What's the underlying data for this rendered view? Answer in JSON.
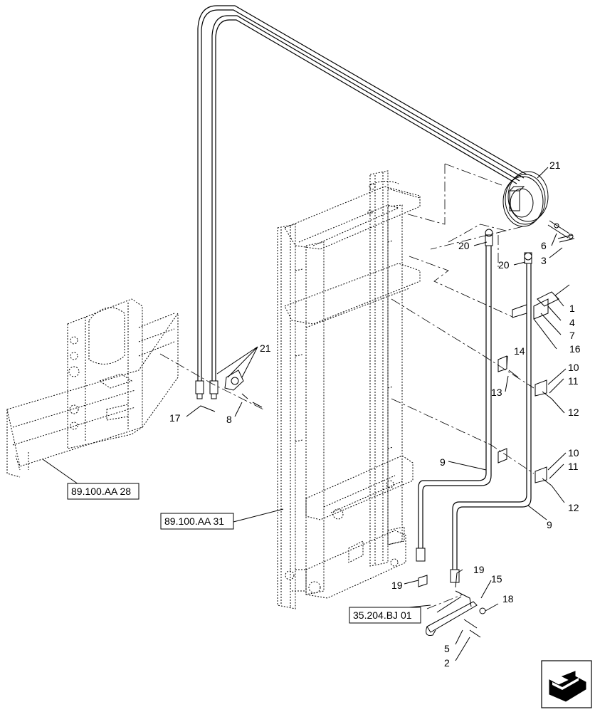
{
  "callouts": [
    "21",
    "20",
    "20",
    "6",
    "3",
    "1",
    "4",
    "7",
    "16",
    "14",
    "13",
    "10",
    "11",
    "12",
    "10",
    "11",
    "12",
    "21",
    "17",
    "8",
    "9",
    "9",
    "19",
    "19",
    "15",
    "18",
    "5",
    "2"
  ],
  "refs": [
    "89.100.AA 28",
    "89.100.AA 31",
    "35.204.BJ 01"
  ],
  "nav_icon": "next-page-arrow-icon"
}
